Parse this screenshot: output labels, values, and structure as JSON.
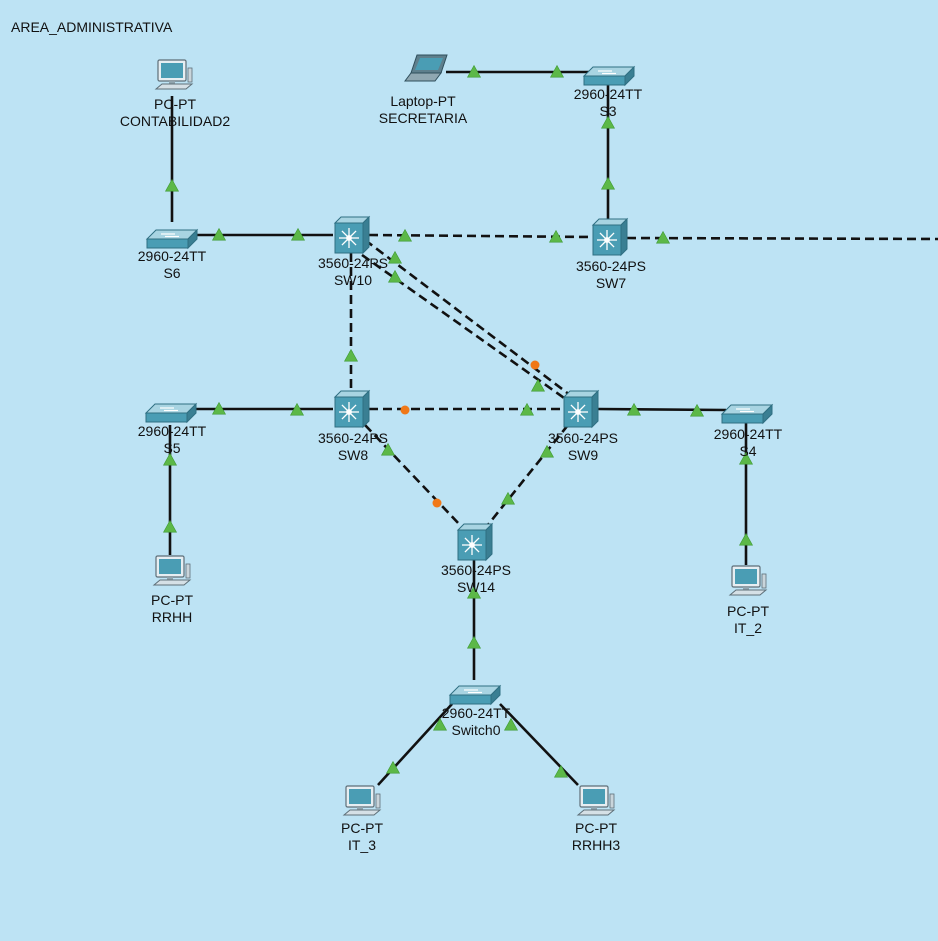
{
  "area_title": "AREA_ADMINISTRATIVA",
  "colors": {
    "background": "#bde3f4",
    "link": "#111111",
    "link_up": "#5cb848",
    "link_blocking": "#f07818",
    "device_body": "#4a9db4"
  },
  "devices": [
    {
      "id": "pc-contabilidad2",
      "kind": "pc",
      "icon": "pc-icon",
      "model": "PC-PT",
      "name": "CONTABILIDAD2"
    },
    {
      "id": "laptop-secretaria",
      "kind": "laptop",
      "icon": "laptop-icon",
      "model": "Laptop-PT",
      "name": "SECRETARIA"
    },
    {
      "id": "s3",
      "kind": "switch",
      "icon": "switch-icon",
      "model": "2960-24TT",
      "name": "S3"
    },
    {
      "id": "s6",
      "kind": "switch",
      "icon": "switch-icon",
      "model": "2960-24TT",
      "name": "S6"
    },
    {
      "id": "sw10",
      "kind": "multilayer",
      "icon": "multilayer-switch-icon",
      "model": "3560-24PS",
      "name": "SW10"
    },
    {
      "id": "sw7",
      "kind": "multilayer",
      "icon": "multilayer-switch-icon",
      "model": "3560-24PS",
      "name": "SW7"
    },
    {
      "id": "s5",
      "kind": "switch",
      "icon": "switch-icon",
      "model": "2960-24TT",
      "name": "S5"
    },
    {
      "id": "sw8",
      "kind": "multilayer",
      "icon": "multilayer-switch-icon",
      "model": "3560-24PS",
      "name": "SW8"
    },
    {
      "id": "sw9",
      "kind": "multilayer",
      "icon": "multilayer-switch-icon",
      "model": "3560-24PS",
      "name": "SW9"
    },
    {
      "id": "s4",
      "kind": "switch",
      "icon": "switch-icon",
      "model": "2960-24TT",
      "name": "S4"
    },
    {
      "id": "pc-rrhh",
      "kind": "pc",
      "icon": "pc-icon",
      "model": "PC-PT",
      "name": "RRHH"
    },
    {
      "id": "sw14",
      "kind": "multilayer",
      "icon": "multilayer-switch-icon",
      "model": "3560-24PS",
      "name": "SW14"
    },
    {
      "id": "pc-it2",
      "kind": "pc",
      "icon": "pc-icon",
      "model": "PC-PT",
      "name": "IT_2"
    },
    {
      "id": "switch0",
      "kind": "switch",
      "icon": "switch-icon",
      "model": "2960-24TT",
      "name": "Switch0"
    },
    {
      "id": "pc-it3",
      "kind": "pc",
      "icon": "pc-icon",
      "model": "PC-PT",
      "name": "IT_3"
    },
    {
      "id": "pc-rrhh3",
      "kind": "pc",
      "icon": "pc-icon",
      "model": "PC-PT",
      "name": "RRHH3"
    }
  ],
  "links": [
    {
      "id": "contab2-s6",
      "from": "pc-contabilidad2",
      "to": "s6",
      "type": "straight",
      "status": [
        "none",
        "up"
      ]
    },
    {
      "id": "laptop-s3",
      "from": "laptop-secretaria",
      "to": "s3",
      "type": "straight",
      "status": [
        "up",
        "up"
      ]
    },
    {
      "id": "s3-sw7",
      "from": "s3",
      "to": "sw7",
      "type": "straight",
      "status": [
        "up",
        "up"
      ]
    },
    {
      "id": "s6-sw10",
      "from": "s6",
      "to": "sw10",
      "type": "straight",
      "status": [
        "up",
        "up"
      ]
    },
    {
      "id": "sw10-sw7",
      "from": "sw10",
      "to": "sw7",
      "type": "crossover",
      "status": [
        "up",
        "up"
      ]
    },
    {
      "id": "sw7-offscreen",
      "from": "sw7",
      "to": "offscreen",
      "type": "crossover",
      "status": [
        "up",
        "none"
      ]
    },
    {
      "id": "sw10-sw8",
      "from": "sw10",
      "to": "sw8",
      "type": "crossover",
      "status": [
        "none",
        "up"
      ]
    },
    {
      "id": "sw10-sw9-a",
      "from": "sw10",
      "to": "sw9",
      "type": "crossover",
      "status": [
        "up",
        "blocking"
      ]
    },
    {
      "id": "sw10-sw9-b",
      "from": "sw10",
      "to": "sw9",
      "type": "crossover",
      "status": [
        "up",
        "up"
      ]
    },
    {
      "id": "s5-sw8",
      "from": "s5",
      "to": "sw8",
      "type": "straight",
      "status": [
        "up",
        "up"
      ]
    },
    {
      "id": "sw8-sw9",
      "from": "sw8",
      "to": "sw9",
      "type": "crossover",
      "status": [
        "blocking",
        "up"
      ]
    },
    {
      "id": "sw9-s4",
      "from": "sw9",
      "to": "s4",
      "type": "straight",
      "status": [
        "up",
        "up"
      ]
    },
    {
      "id": "s5-rrhh",
      "from": "s5",
      "to": "pc-rrhh",
      "type": "straight",
      "status": [
        "up",
        "up"
      ]
    },
    {
      "id": "sw8-sw14",
      "from": "sw8",
      "to": "sw14",
      "type": "crossover",
      "status": [
        "up",
        "blocking"
      ]
    },
    {
      "id": "sw9-sw14",
      "from": "sw9",
      "to": "sw14",
      "type": "crossover",
      "status": [
        "up",
        "up"
      ]
    },
    {
      "id": "s4-it2",
      "from": "s4",
      "to": "pc-it2",
      "type": "straight",
      "status": [
        "up",
        "up"
      ]
    },
    {
      "id": "sw14-switch0",
      "from": "sw14",
      "to": "switch0",
      "type": "straight",
      "status": [
        "up",
        "up"
      ]
    },
    {
      "id": "switch0-it3",
      "from": "switch0",
      "to": "pc-it3",
      "type": "straight",
      "status": [
        "up",
        "up"
      ]
    },
    {
      "id": "switch0-rrhh3",
      "from": "switch0",
      "to": "pc-rrhh3",
      "type": "straight",
      "status": [
        "up",
        "up"
      ]
    }
  ]
}
